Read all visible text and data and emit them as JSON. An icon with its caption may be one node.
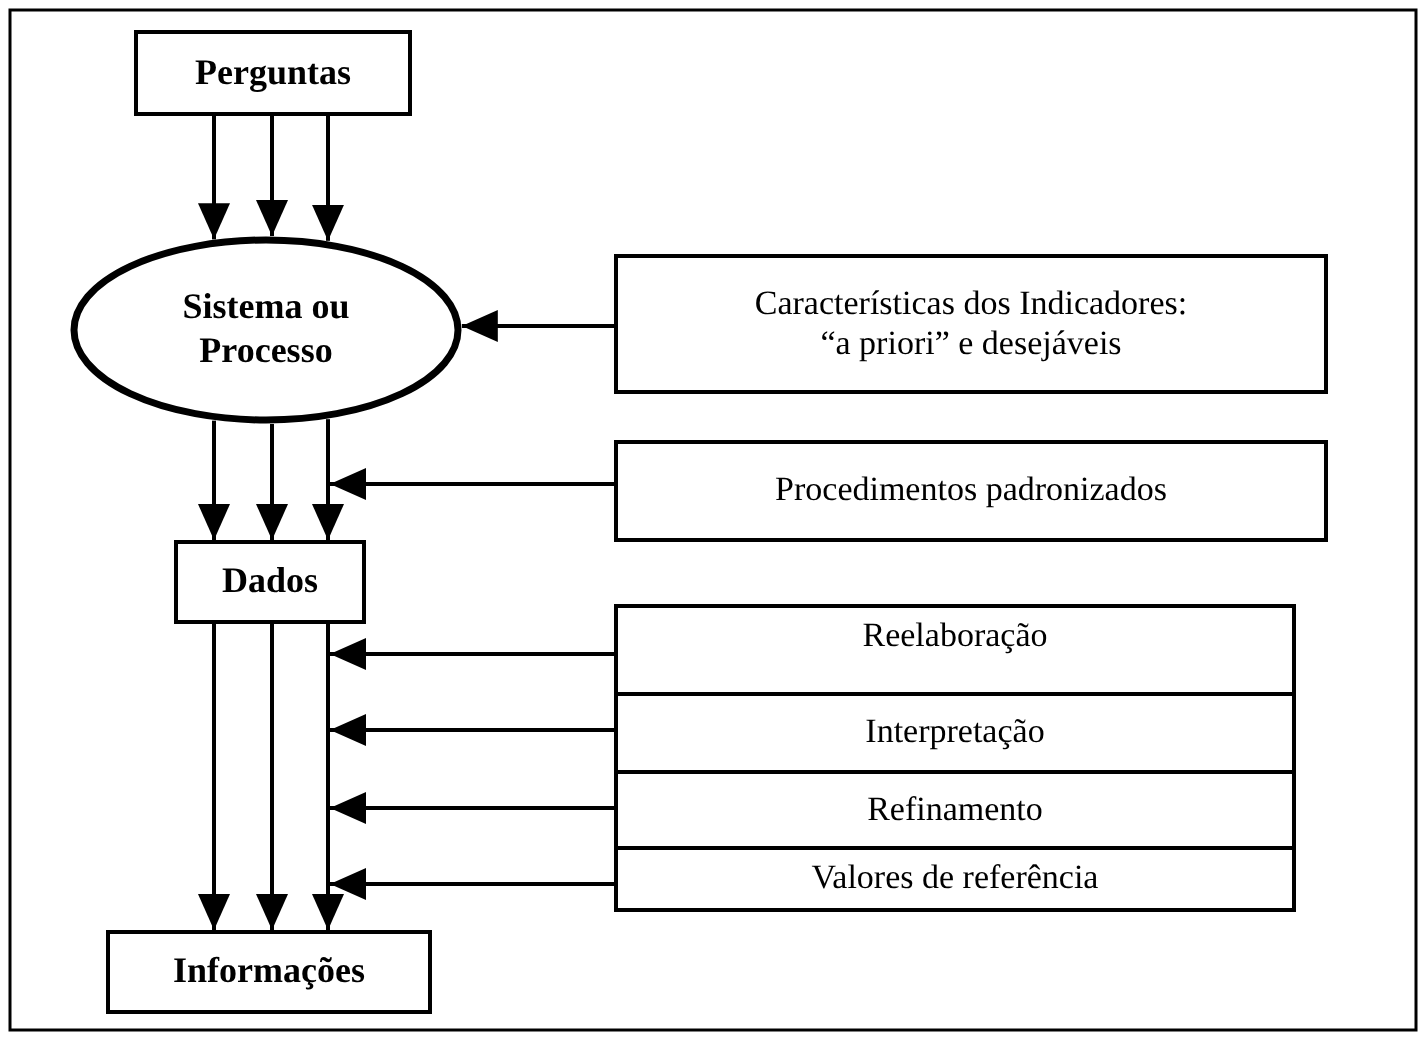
{
  "diagram": {
    "nodes": [
      {
        "text": [
          "Perguntas"
        ]
      },
      {
        "text": [
          "Sistema ou Processo"
        ]
      },
      {
        "text": [
          "Características dos Indicadores: “a priori” e desejáveis"
        ]
      },
      {
        "text": [
          "Procedimentos padronizados"
        ]
      },
      {
        "text": [
          "Dados"
        ]
      },
      {
        "text": [
          "Reelaboração"
        ]
      },
      {
        "text": [
          "Interpretação"
        ]
      },
      {
        "text": [
          "Refinamento"
        ]
      },
      {
        "text": [
          "Valores de referência"
        ]
      },
      {
        "text": [
          "Informações"
        ]
      }
    ],
    "edges": [
      {
        "from": 0,
        "to": 1,
        "arrow": "to"
      },
      {
        "from": 0,
        "to": 1,
        "arrow": "to"
      },
      {
        "from": 0,
        "to": 1,
        "arrow": "to"
      },
      {
        "from": 2,
        "to": 1,
        "arrow": "to"
      },
      {
        "from": 1,
        "to": 4,
        "arrow": "to"
      },
      {
        "from": 1,
        "to": 4,
        "arrow": "to"
      },
      {
        "from": 1,
        "to": 4,
        "arrow": "to"
      },
      {
        "from": 3,
        "to": 4,
        "arrow": "to"
      },
      {
        "from": 4,
        "to": 9,
        "arrow": "to"
      },
      {
        "from": 4,
        "to": 9,
        "arrow": "to"
      },
      {
        "from": 4,
        "to": 9,
        "arrow": "to"
      },
      {
        "from": 5,
        "to": 4,
        "arrow": "to"
      },
      {
        "from": 6,
        "to": 4,
        "arrow": "to"
      },
      {
        "from": 7,
        "to": 9,
        "arrow": "to"
      },
      {
        "from": 8,
        "to": 9,
        "arrow": "to"
      }
    ]
  }
}
